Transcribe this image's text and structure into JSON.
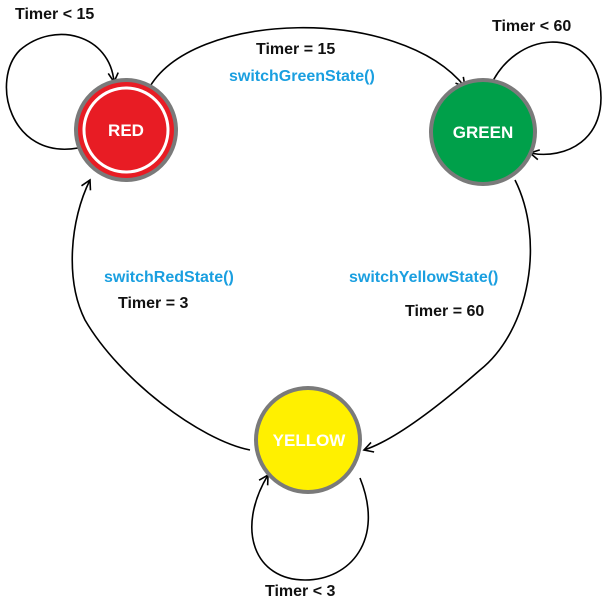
{
  "states": {
    "red": {
      "label": "RED",
      "color": "#e81c24"
    },
    "green": {
      "label": "GREEN",
      "color": "#00a04a"
    },
    "yellow": {
      "label": "YELLOW",
      "color": "#fff000"
    }
  },
  "transitions": {
    "red_self": {
      "condition": "Timer < 15"
    },
    "green_self": {
      "condition": "Timer < 60"
    },
    "yellow_self": {
      "condition": "Timer < 3"
    },
    "red_to_green": {
      "condition": "Timer = 15",
      "action": "switchGreenState()"
    },
    "green_to_yellow": {
      "condition": "Timer = 60",
      "action": "switchYellowState()"
    },
    "yellow_to_red": {
      "condition": "Timer = 3",
      "action": "switchRedState()"
    }
  },
  "colors": {
    "action_text": "#1a9fe0",
    "state_border": "#7a7a7a",
    "arrow": "#000000"
  }
}
